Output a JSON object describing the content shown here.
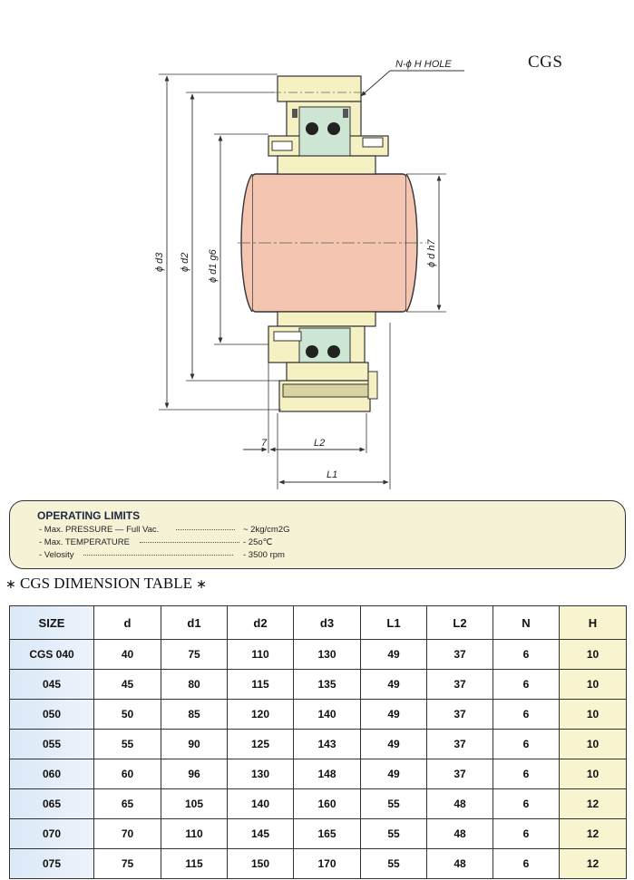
{
  "page": {
    "code": "CGS"
  },
  "drawing": {
    "labels": {
      "hole": "N-ϕ H HOLE",
      "d3": "ϕ d3",
      "d2": "ϕ d2",
      "d1": "ϕ d1 g6",
      "d": "ϕ d h7",
      "offset": "7",
      "L2": "L2",
      "L1": "L1"
    },
    "colors": {
      "shaft": "#f4c6b2",
      "housing": "#f6f1c2",
      "seal": "#cde6d4",
      "lines": "#333333"
    }
  },
  "operating_limits": {
    "title": "OPERATING LIMITS",
    "rows": [
      {
        "label": "- Max. PRESSURE — Full Vac.",
        "value": "~ 2kg/cm2G"
      },
      {
        "label": "- Max. TEMPERATURE",
        "value": "- 25o℃"
      },
      {
        "label": "- Velosity",
        "value": "- 3500 rpm"
      }
    ]
  },
  "table": {
    "title": "CGS DIMENSION TABLE",
    "star": "∗",
    "headers": [
      "SIZE",
      "d",
      "d1",
      "d2",
      "d3",
      "L1",
      "L2",
      "N",
      "H"
    ],
    "rows": [
      [
        "CGS 040",
        "40",
        "75",
        "110",
        "130",
        "49",
        "37",
        "6",
        "10"
      ],
      [
        "045",
        "45",
        "80",
        "115",
        "135",
        "49",
        "37",
        "6",
        "10"
      ],
      [
        "050",
        "50",
        "85",
        "120",
        "140",
        "49",
        "37",
        "6",
        "10"
      ],
      [
        "055",
        "55",
        "90",
        "125",
        "143",
        "49",
        "37",
        "6",
        "10"
      ],
      [
        "060",
        "60",
        "96",
        "130",
        "148",
        "49",
        "37",
        "6",
        "10"
      ],
      [
        "065",
        "65",
        "105",
        "140",
        "160",
        "55",
        "48",
        "6",
        "12"
      ],
      [
        "070",
        "70",
        "110",
        "145",
        "165",
        "55",
        "48",
        "6",
        "12"
      ],
      [
        "075",
        "75",
        "115",
        "150",
        "170",
        "55",
        "48",
        "6",
        "12"
      ]
    ]
  }
}
